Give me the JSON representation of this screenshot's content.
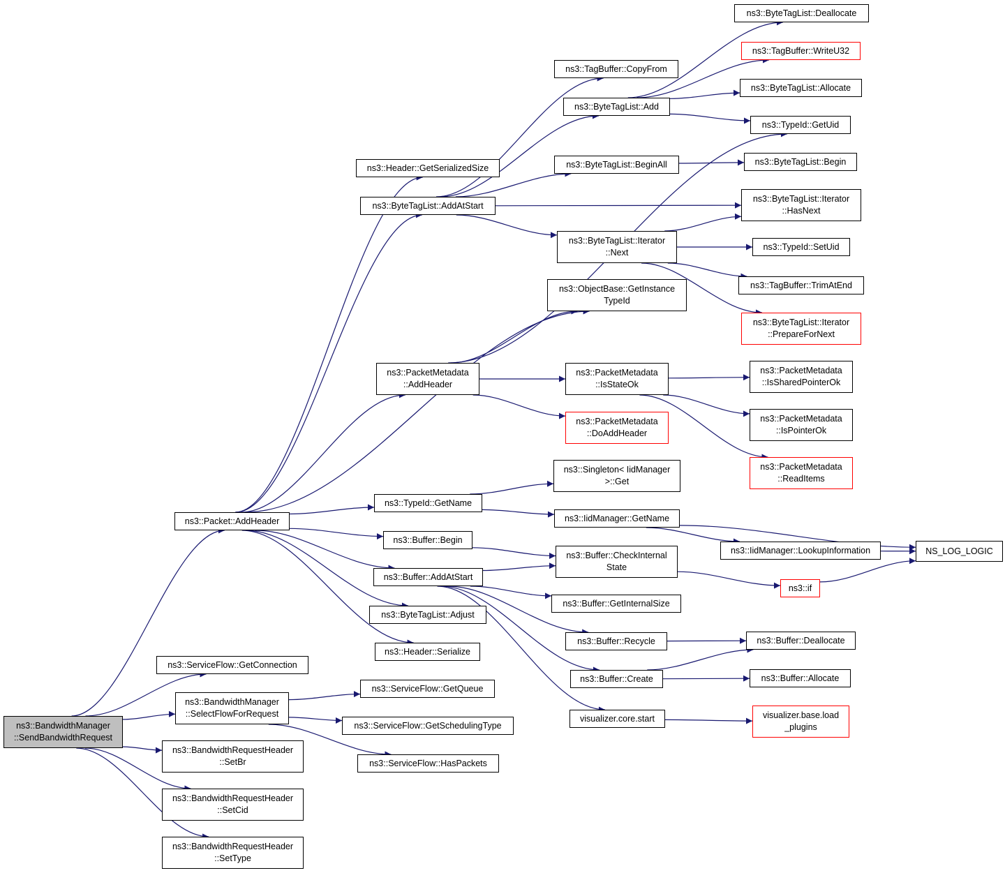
{
  "graph": {
    "nodes": [
      {
        "id": "root",
        "lines": [
          "ns3::BandwidthManager",
          "::SendBandwidthRequest"
        ],
        "style": "root"
      },
      {
        "id": "pkt_addheader",
        "lines": [
          "ns3::Packet::AddHeader"
        ],
        "style": "normal"
      },
      {
        "id": "sf_getconn",
        "lines": [
          "ns3::ServiceFlow::GetConnection"
        ],
        "style": "normal"
      },
      {
        "id": "bm_select",
        "lines": [
          "ns3::BandwidthManager",
          "::SelectFlowForRequest"
        ],
        "style": "normal"
      },
      {
        "id": "brh_setbr",
        "lines": [
          "ns3::BandwidthRequestHeader",
          "::SetBr"
        ],
        "style": "normal"
      },
      {
        "id": "brh_setcid",
        "lines": [
          "ns3::BandwidthRequestHeader",
          "::SetCid"
        ],
        "style": "normal"
      },
      {
        "id": "brh_settype",
        "lines": [
          "ns3::BandwidthRequestHeader",
          "::SetType"
        ],
        "style": "normal"
      },
      {
        "id": "hdr_getsize",
        "lines": [
          "ns3::Header::GetSerializedSize"
        ],
        "style": "normal"
      },
      {
        "id": "btl_addatstart",
        "lines": [
          "ns3::ByteTagList::AddAtStart"
        ],
        "style": "normal"
      },
      {
        "id": "pm_addheader",
        "lines": [
          "ns3::PacketMetadata",
          "::AddHeader"
        ],
        "style": "normal"
      },
      {
        "id": "tid_getname",
        "lines": [
          "ns3::TypeId::GetName"
        ],
        "style": "normal"
      },
      {
        "id": "buf_begin",
        "lines": [
          "ns3::Buffer::Begin"
        ],
        "style": "normal"
      },
      {
        "id": "buf_addatstart",
        "lines": [
          "ns3::Buffer::AddAtStart"
        ],
        "style": "normal"
      },
      {
        "id": "btl_adjust",
        "lines": [
          "ns3::ByteTagList::Adjust"
        ],
        "style": "normal"
      },
      {
        "id": "hdr_serialize",
        "lines": [
          "ns3::Header::Serialize"
        ],
        "style": "normal"
      },
      {
        "id": "sf_getqueue",
        "lines": [
          "ns3::ServiceFlow::GetQueue"
        ],
        "style": "normal"
      },
      {
        "id": "sf_getsched",
        "lines": [
          "ns3::ServiceFlow::GetSchedulingType"
        ],
        "style": "normal"
      },
      {
        "id": "sf_haspackets",
        "lines": [
          "ns3::ServiceFlow::HasPackets"
        ],
        "style": "normal"
      },
      {
        "id": "tb_copyfrom",
        "lines": [
          "ns3::TagBuffer::CopyFrom"
        ],
        "style": "normal"
      },
      {
        "id": "btl_add",
        "lines": [
          "ns3::ByteTagList::Add"
        ],
        "style": "normal"
      },
      {
        "id": "btl_beginall",
        "lines": [
          "ns3::ByteTagList::BeginAll"
        ],
        "style": "normal"
      },
      {
        "id": "btl_it_next",
        "lines": [
          "ns3::ByteTagList::Iterator",
          "::Next"
        ],
        "style": "normal"
      },
      {
        "id": "ob_getinst",
        "lines": [
          "ns3::ObjectBase::GetInstance",
          "TypeId"
        ],
        "style": "normal"
      },
      {
        "id": "pm_isstateok",
        "lines": [
          "ns3::PacketMetadata",
          "::IsStateOk"
        ],
        "style": "normal"
      },
      {
        "id": "pm_doaddheader",
        "lines": [
          "ns3::PacketMetadata",
          "::DoAddHeader"
        ],
        "style": "red"
      },
      {
        "id": "singleton_get",
        "lines": [
          "ns3::Singleton< IidManager",
          ">::Get"
        ],
        "style": "normal"
      },
      {
        "id": "iid_getname",
        "lines": [
          "ns3::IidManager::GetName"
        ],
        "style": "normal"
      },
      {
        "id": "buf_checkinternal",
        "lines": [
          "ns3::Buffer::CheckInternal",
          "State"
        ],
        "style": "normal"
      },
      {
        "id": "buf_getinternalsize",
        "lines": [
          "ns3::Buffer::GetInternalSize"
        ],
        "style": "normal"
      },
      {
        "id": "buf_recycle",
        "lines": [
          "ns3::Buffer::Recycle"
        ],
        "style": "normal"
      },
      {
        "id": "buf_create",
        "lines": [
          "ns3::Buffer::Create"
        ],
        "style": "normal"
      },
      {
        "id": "vis_start",
        "lines": [
          "visualizer.core.start"
        ],
        "style": "normal"
      },
      {
        "id": "btl_dealloc",
        "lines": [
          "ns3::ByteTagList::Deallocate"
        ],
        "style": "normal"
      },
      {
        "id": "tb_writeu32",
        "lines": [
          "ns3::TagBuffer::WriteU32"
        ],
        "style": "red"
      },
      {
        "id": "btl_alloc",
        "lines": [
          "ns3::ByteTagList::Allocate"
        ],
        "style": "normal"
      },
      {
        "id": "tid_getuid",
        "lines": [
          "ns3::TypeId::GetUid"
        ],
        "style": "normal"
      },
      {
        "id": "btl_begin",
        "lines": [
          "ns3::ByteTagList::Begin"
        ],
        "style": "normal"
      },
      {
        "id": "btl_it_hasnext",
        "lines": [
          "ns3::ByteTagList::Iterator",
          "::HasNext"
        ],
        "style": "normal"
      },
      {
        "id": "tid_setuid",
        "lines": [
          "ns3::TypeId::SetUid"
        ],
        "style": "normal"
      },
      {
        "id": "tb_trimatend",
        "lines": [
          "ns3::TagBuffer::TrimAtEnd"
        ],
        "style": "normal"
      },
      {
        "id": "btl_it_preparefornext",
        "lines": [
          "ns3::ByteTagList::Iterator",
          "::PrepareForNext"
        ],
        "style": "red"
      },
      {
        "id": "pm_issharedptrok",
        "lines": [
          "ns3::PacketMetadata",
          "::IsSharedPointerOk"
        ],
        "style": "normal"
      },
      {
        "id": "pm_ispointerok",
        "lines": [
          "ns3::PacketMetadata",
          "::IsPointerOk"
        ],
        "style": "normal"
      },
      {
        "id": "pm_readitems",
        "lines": [
          "ns3::PacketMetadata",
          "::ReadItems"
        ],
        "style": "red"
      },
      {
        "id": "iid_lookupinfo",
        "lines": [
          "ns3::IidManager::LookupInformation"
        ],
        "style": "normal"
      },
      {
        "id": "ns3_if",
        "lines": [
          "ns3::if"
        ],
        "style": "red"
      },
      {
        "id": "buf_dealloc",
        "lines": [
          "ns3::Buffer::Deallocate"
        ],
        "style": "normal"
      },
      {
        "id": "buf_alloc",
        "lines": [
          "ns3::Buffer::Allocate"
        ],
        "style": "normal"
      },
      {
        "id": "vis_loadplugins",
        "lines": [
          "visualizer.base.load",
          "_plugins"
        ],
        "style": "red"
      },
      {
        "id": "ns_log_logic",
        "lines": [
          "NS_LOG_LOGIC"
        ],
        "style": "normal"
      }
    ],
    "edges": [
      {
        "from": "root",
        "to": "pkt_addheader"
      },
      {
        "from": "root",
        "to": "sf_getconn"
      },
      {
        "from": "root",
        "to": "bm_select"
      },
      {
        "from": "root",
        "to": "brh_setbr"
      },
      {
        "from": "root",
        "to": "brh_setcid"
      },
      {
        "from": "root",
        "to": "brh_settype"
      },
      {
        "from": "pkt_addheader",
        "to": "hdr_getsize"
      },
      {
        "from": "pkt_addheader",
        "to": "btl_addatstart"
      },
      {
        "from": "pkt_addheader",
        "to": "ob_getinst"
      },
      {
        "from": "pkt_addheader",
        "to": "pm_addheader"
      },
      {
        "from": "pkt_addheader",
        "to": "tid_getname"
      },
      {
        "from": "pkt_addheader",
        "to": "buf_begin"
      },
      {
        "from": "pkt_addheader",
        "to": "buf_addatstart"
      },
      {
        "from": "pkt_addheader",
        "to": "btl_adjust"
      },
      {
        "from": "pkt_addheader",
        "to": "hdr_serialize"
      },
      {
        "from": "bm_select",
        "to": "sf_getqueue"
      },
      {
        "from": "bm_select",
        "to": "sf_getsched"
      },
      {
        "from": "bm_select",
        "to": "sf_haspackets"
      },
      {
        "from": "btl_addatstart",
        "to": "tb_copyfrom"
      },
      {
        "from": "btl_addatstart",
        "to": "btl_add"
      },
      {
        "from": "btl_addatstart",
        "to": "btl_beginall"
      },
      {
        "from": "btl_addatstart",
        "to": "btl_it_hasnext"
      },
      {
        "from": "btl_addatstart",
        "to": "btl_it_next"
      },
      {
        "from": "btl_add",
        "to": "btl_dealloc"
      },
      {
        "from": "btl_add",
        "to": "tb_writeu32"
      },
      {
        "from": "btl_add",
        "to": "btl_alloc"
      },
      {
        "from": "btl_add",
        "to": "tid_getuid"
      },
      {
        "from": "btl_beginall",
        "to": "btl_begin"
      },
      {
        "from": "btl_it_next",
        "to": "btl_it_hasnext"
      },
      {
        "from": "btl_it_next",
        "to": "tid_setuid"
      },
      {
        "from": "btl_it_next",
        "to": "tb_trimatend"
      },
      {
        "from": "btl_it_next",
        "to": "btl_it_preparefornext"
      },
      {
        "from": "pm_addheader",
        "to": "ob_getinst"
      },
      {
        "from": "pm_addheader",
        "to": "tid_getuid"
      },
      {
        "from": "pm_addheader",
        "to": "pm_isstateok"
      },
      {
        "from": "pm_addheader",
        "to": "pm_doaddheader"
      },
      {
        "from": "pm_isstateok",
        "to": "pm_issharedptrok"
      },
      {
        "from": "pm_isstateok",
        "to": "pm_ispointerok"
      },
      {
        "from": "pm_isstateok",
        "to": "pm_readitems"
      },
      {
        "from": "tid_getname",
        "to": "singleton_get"
      },
      {
        "from": "tid_getname",
        "to": "iid_getname"
      },
      {
        "from": "iid_getname",
        "to": "ns_log_logic"
      },
      {
        "from": "iid_getname",
        "to": "iid_lookupinfo"
      },
      {
        "from": "iid_lookupinfo",
        "to": "ns_log_logic"
      },
      {
        "from": "buf_begin",
        "to": "buf_checkinternal"
      },
      {
        "from": "buf_addatstart",
        "to": "buf_checkinternal"
      },
      {
        "from": "buf_addatstart",
        "to": "buf_getinternalsize"
      },
      {
        "from": "buf_addatstart",
        "to": "buf_recycle"
      },
      {
        "from": "buf_addatstart",
        "to": "buf_create"
      },
      {
        "from": "buf_addatstart",
        "to": "vis_start"
      },
      {
        "from": "buf_checkinternal",
        "to": "ns3_if"
      },
      {
        "from": "ns3_if",
        "to": "ns_log_logic"
      },
      {
        "from": "buf_recycle",
        "to": "buf_dealloc"
      },
      {
        "from": "buf_create",
        "to": "buf_dealloc"
      },
      {
        "from": "buf_create",
        "to": "buf_alloc"
      },
      {
        "from": "vis_start",
        "to": "vis_loadplugins"
      }
    ]
  }
}
